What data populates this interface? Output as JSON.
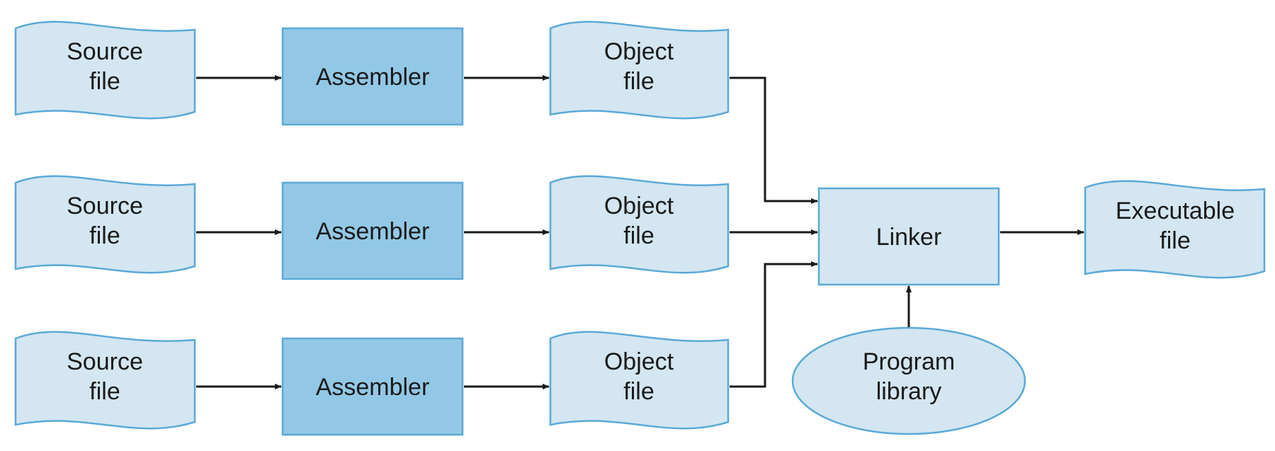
{
  "colors": {
    "file_fill": "#d3e6f1",
    "file_stroke": "#5aa9d6",
    "assembler_fill": "#92c8e6",
    "assembler_stroke": "#5aa9d6",
    "linker_fill": "#d3e6f1",
    "library_fill": "#d3e6f1",
    "arrow": "#1a1a1a",
    "text": "#1a1a1a"
  },
  "source_files": [
    {
      "line1": "Source",
      "line2": "file"
    },
    {
      "line1": "Source",
      "line2": "file"
    },
    {
      "line1": "Source",
      "line2": "file"
    }
  ],
  "assemblers": [
    {
      "label": "Assembler"
    },
    {
      "label": "Assembler"
    },
    {
      "label": "Assembler"
    }
  ],
  "object_files": [
    {
      "line1": "Object",
      "line2": "file"
    },
    {
      "line1": "Object",
      "line2": "file"
    },
    {
      "line1": "Object",
      "line2": "file"
    }
  ],
  "linker": {
    "label": "Linker"
  },
  "library": {
    "line1": "Program",
    "line2": "library"
  },
  "executable": {
    "line1": "Executable",
    "line2": "file"
  }
}
